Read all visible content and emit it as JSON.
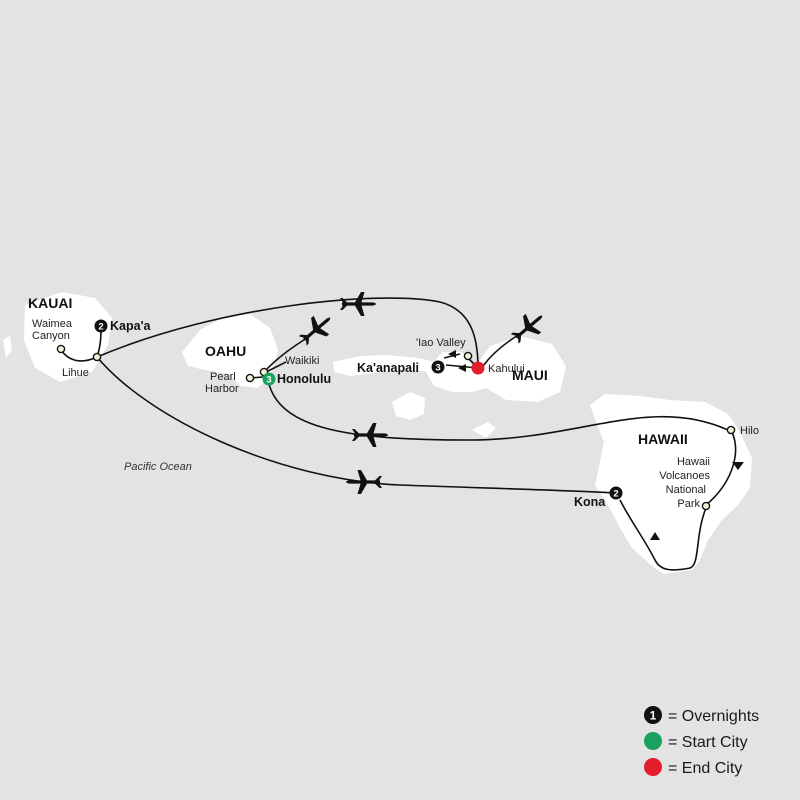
{
  "colors": {
    "background": "#e3e3e4",
    "land": "#ffffff",
    "route": "#111111",
    "overnight_badge": "#111111",
    "start_city": "#1aa160",
    "end_city": "#e31e2a"
  },
  "islands": {
    "kauai": "KAUAI",
    "oahu": "OAHU",
    "maui": "MAUI",
    "hawaii": "HAWAII"
  },
  "places": {
    "waimea_canyon": [
      "Waimea",
      "Canyon"
    ],
    "kapaa": "Kapa'a",
    "lihue": "Lihue",
    "waikiki": "Waikiki",
    "pearl_harbor": [
      "Pearl",
      "Harbor"
    ],
    "honolulu": "Honolulu",
    "iao_valley": "'Iao Valley",
    "kaanapali": "Ka'anapali",
    "kahului": "Kahului",
    "hilo": "Hilo",
    "volcanoes": [
      "Hawaii",
      "Volcanoes",
      "National",
      "Park"
    ],
    "kona": "Kona"
  },
  "overnights": {
    "kapaa": "2",
    "honolulu": "3",
    "kaanapali": "3",
    "kona": "2"
  },
  "ocean_label": "Pacific Ocean",
  "legend": {
    "overnights": {
      "symbol": "1",
      "text": "= Overnights",
      "icon": "black-number-badge"
    },
    "start_city": {
      "text": "= Start City",
      "icon": "green-dot"
    },
    "end_city": {
      "text": "= End City",
      "icon": "red-dot"
    }
  }
}
